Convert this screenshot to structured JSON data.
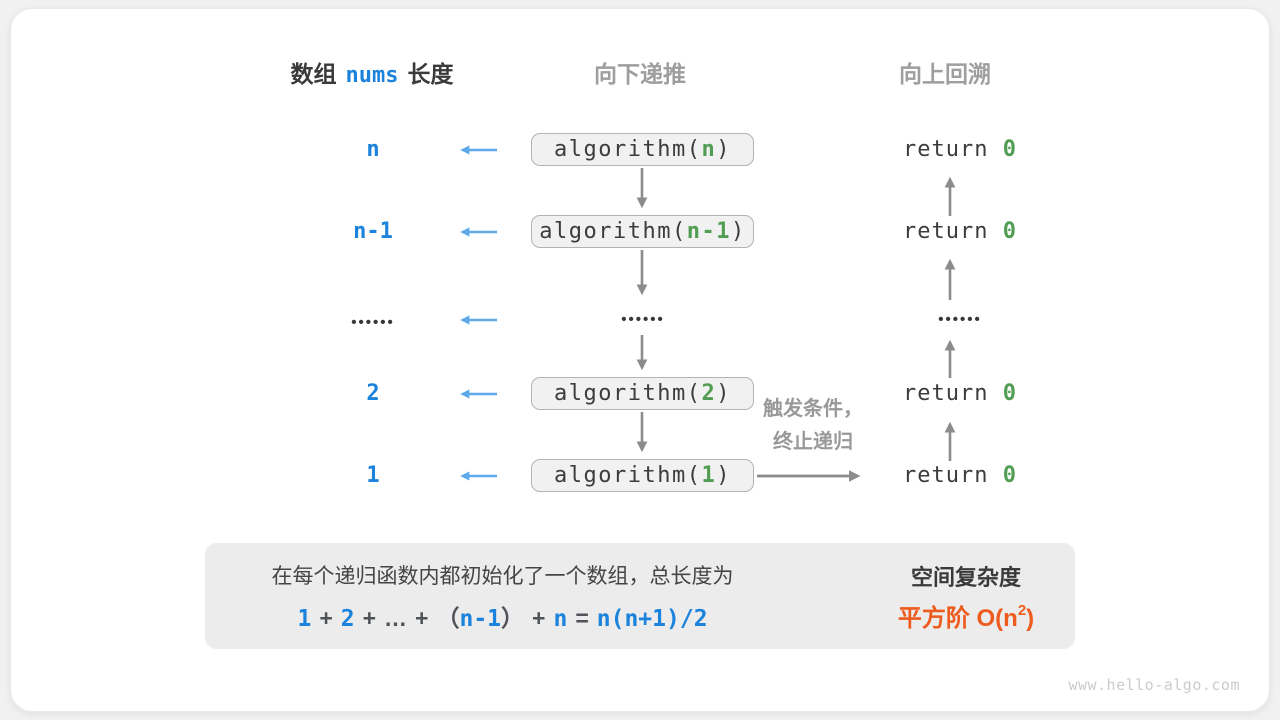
{
  "colors": {
    "accent_blue": "#1b83dc",
    "arrow_blue": "#5ea9ea",
    "code_green": "#519d53",
    "arrow_gray": "#8c8c8c",
    "heading_gray": "#9e9e9e",
    "text_dark": "#3c3c3c",
    "result_orange": "#ee5b1e",
    "box_fill": "#f1f1f1",
    "summary_fill": "#ececec"
  },
  "headers": {
    "left_prefix": "数组",
    "left_code": "nums",
    "left_suffix": "长度",
    "middle": "向下递推",
    "right": "向上回溯"
  },
  "rows": [
    {
      "label": "n",
      "call_pre": "algorithm(",
      "call_arg": "n",
      "call_suf": ")",
      "ret_pre": "return ",
      "ret_val": "0"
    },
    {
      "label": "n-1",
      "call_pre": "algorithm(",
      "call_arg": "n-1",
      "call_suf": ")",
      "ret_pre": "return ",
      "ret_val": "0"
    },
    {
      "label": "••••••",
      "mid_dots": "••••••",
      "ret_dots": "••••••"
    },
    {
      "label": "2",
      "call_pre": "algorithm(",
      "call_arg": "2",
      "call_suf": ")",
      "ret_pre": "return ",
      "ret_val": "0"
    },
    {
      "label": "1",
      "call_pre": "algorithm(",
      "call_arg": "1",
      "call_suf": ")",
      "ret_pre": "return ",
      "ret_val": "0"
    }
  ],
  "trigger_note": {
    "line1": "触发条件，",
    "line2": "终止递归"
  },
  "summary": {
    "line1": "在每个递归函数内都初始化了一个数组，总长度为",
    "formula": {
      "t1": "1",
      "op1": "+",
      "t2": "2",
      "op2": "+",
      "ellipsis": "…",
      "op3": "+",
      "lparen": "（",
      "t3": "n-1",
      "rparen": "）",
      "op4": "+",
      "t4": "n",
      "eq": "=",
      "t5": "n(n+1)/2"
    },
    "result_title": "空间复杂度",
    "result_prefix": "平方阶 O(n",
    "result_sup": "2",
    "result_suffix": ")"
  },
  "watermark": "www.hello-algo.com"
}
